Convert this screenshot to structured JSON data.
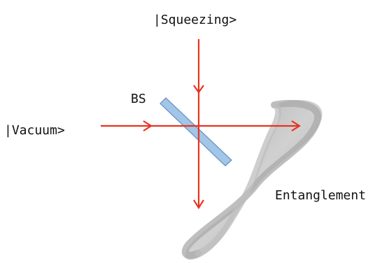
{
  "labels": {
    "squeezing": "|Squeezing>",
    "vacuum": "|Vacuum>",
    "bs": "BS",
    "entanglement": "Entanglement"
  },
  "colors": {
    "beam": "#e8331f",
    "splitter_fill": "#9dc3e6",
    "splitter_stroke": "#5b87c0",
    "figure_eight": "#b5b5b5"
  }
}
